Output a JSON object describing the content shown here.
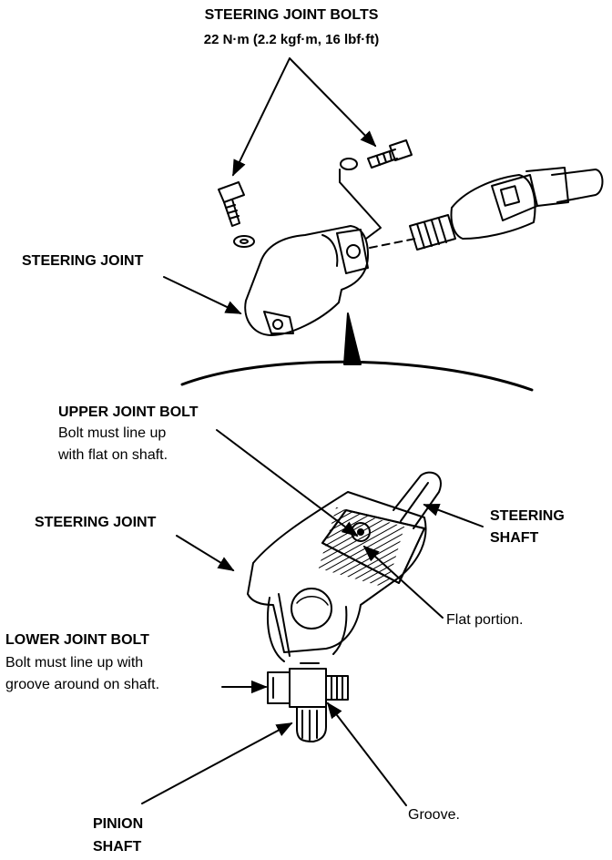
{
  "labels": {
    "bolts_title": "STEERING JOINT BOLTS",
    "bolts_torque": "22 N·m (2.2 kgf·m, 16 lbf·ft)",
    "steering_joint_top": "STEERING JOINT",
    "upper_bolt_title": "UPPER JOINT BOLT",
    "upper_bolt_line1": "Bolt must line up",
    "upper_bolt_line2": "with flat on shaft.",
    "steering_joint_bottom": "STEERING JOINT",
    "steering_shaft_line1": "STEERING",
    "steering_shaft_line2": "SHAFT",
    "flat_portion": "Flat portion.",
    "lower_bolt_title": "LOWER JOINT BOLT",
    "lower_bolt_line1": "Bolt must line up with",
    "lower_bolt_line2": "groove around on shaft.",
    "pinion_line1": "PINION",
    "pinion_line2": "SHAFT",
    "groove": "Groove."
  }
}
